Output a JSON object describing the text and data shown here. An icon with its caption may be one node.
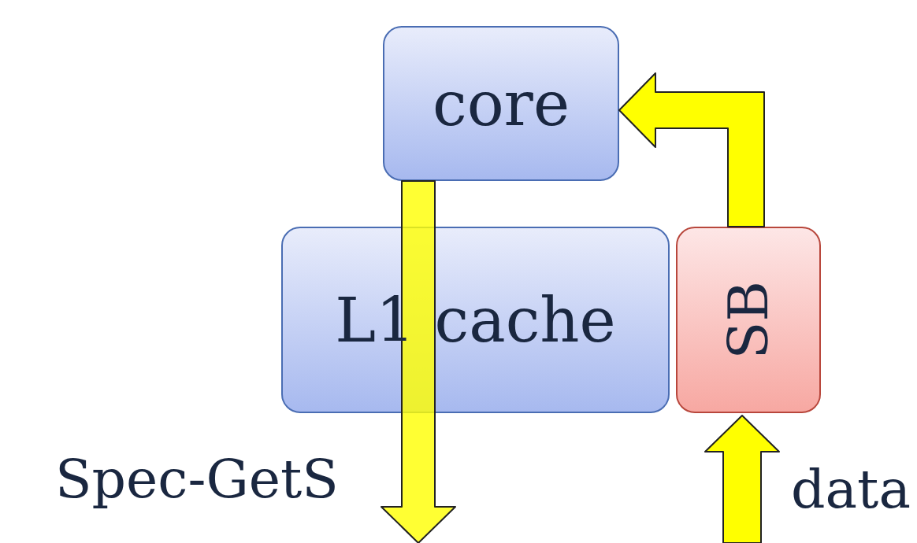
{
  "diagram": {
    "nodes": [
      {
        "text": [
          "core"
        ]
      },
      {
        "text": [
          "L1 cache"
        ]
      },
      {
        "text": [
          "SB"
        ]
      }
    ],
    "edges": [
      {
        "from": 0,
        "to": null,
        "arrow": "to",
        "label": "Spec-GetS"
      },
      {
        "from": 2,
        "to": 0,
        "arrow": "to"
      },
      {
        "from": null,
        "to": 2,
        "arrow": "to",
        "label": "data"
      }
    ]
  }
}
